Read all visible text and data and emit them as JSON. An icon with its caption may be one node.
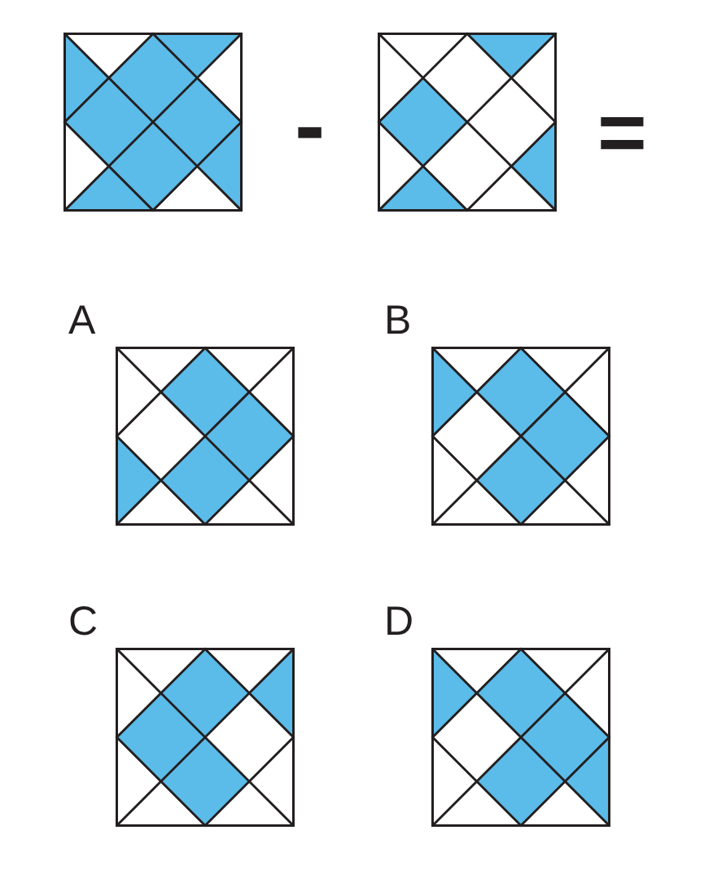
{
  "diagram": {
    "nodes": [
      {
        "text": [],
        "shape": "picture"
      },
      {
        "text": [],
        "shape": "picture"
      },
      {
        "text": [
          "A"
        ]
      },
      {
        "text": [
          "B"
        ]
      },
      {
        "text": [
          "C"
        ]
      },
      {
        "text": [
          "D"
        ]
      }
    ],
    "labels": [
      "-",
      "="
    ]
  }
}
